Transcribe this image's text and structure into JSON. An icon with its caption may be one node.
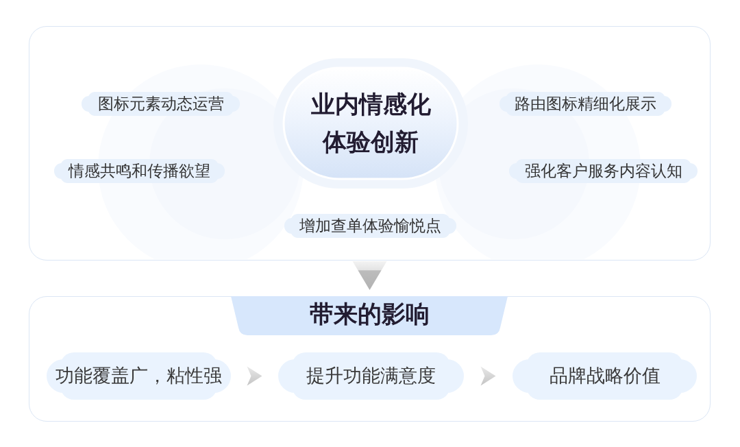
{
  "diagram": {
    "nodes": [
      {
        "text": [],
        "shape": "box"
      },
      {
        "text": [
          "图标元素动态运营"
        ],
        "in": 0
      },
      {
        "text": [
          "业内情感化体验创新"
        ],
        "in": 0
      },
      {
        "text": [
          "路由图标精细化展示"
        ],
        "in": 0
      },
      {
        "text": [
          "情感共鸣和传播欲望"
        ],
        "in": 0
      },
      {
        "text": [
          "强化客户服务内容认知"
        ],
        "in": 0
      },
      {
        "text": [
          "增加查单体验愉悦点"
        ],
        "in": 0
      },
      {
        "text": [],
        "shape": "box"
      },
      {
        "text": [
          "带来的影响"
        ],
        "in": 7
      },
      {
        "text": [
          "功能覆盖广，粘性强"
        ],
        "in": 7
      },
      {
        "text": [
          "提升功能满意度"
        ],
        "in": 7
      },
      {
        "text": [
          "品牌战略价值"
        ],
        "in": 7
      }
    ],
    "edges": [
      {
        "from": 0,
        "to": 7,
        "arrow": "to"
      },
      {
        "from": 9,
        "to": 10,
        "arrow": "to"
      },
      {
        "from": 10,
        "to": 11,
        "arrow": "to"
      }
    ]
  }
}
